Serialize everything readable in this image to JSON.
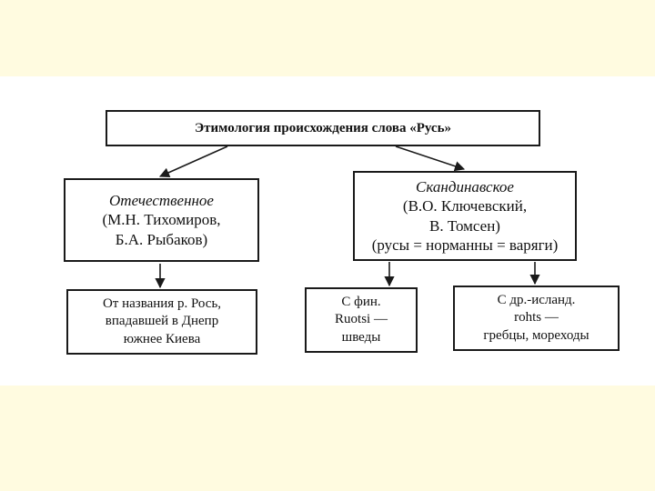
{
  "diagram": {
    "title": "Этимология происхождения слова «Русь»",
    "native": {
      "lines": [
        "Отечественное",
        "(М.Н. Тихомиров,",
        "Б.А. Рыбаков)"
      ],
      "source": {
        "lines": [
          "От названия р. Рось,",
          "впадавшей в Днепр",
          "южнее Киева"
        ]
      }
    },
    "scandinavian": {
      "lines": [
        "Скандинавское",
        "(В.О. Ключевский,",
        "В. Томсен)",
        "(русы = норманны = варяги)"
      ],
      "sources": [
        {
          "lines": [
            "С фин.",
            "Ruotsi —",
            "шведы"
          ]
        },
        {
          "lines": [
            "С др.-исланд.",
            "rohts —",
            "гребцы, мореходы"
          ]
        }
      ]
    }
  }
}
